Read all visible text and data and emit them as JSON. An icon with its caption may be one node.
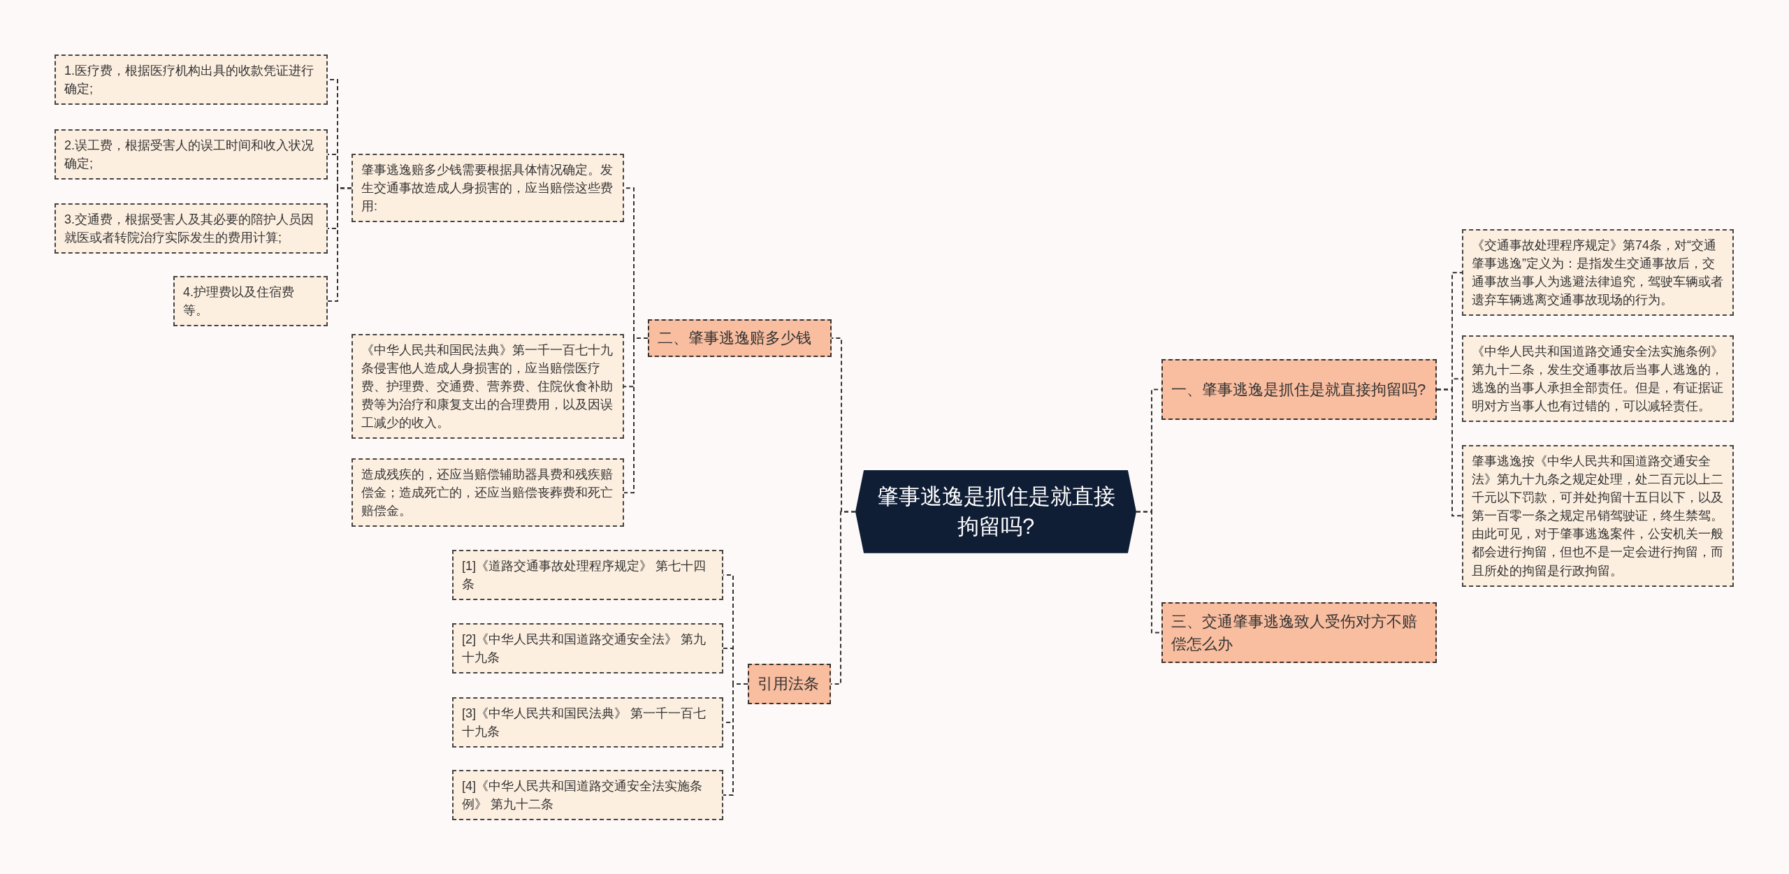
{
  "diagram": {
    "nodes": [
      {
        "text": [
          "肇事逃逸是抓住是就直接拘留吗?"
        ]
      },
      {
        "text": [
          "二、肇事逃逸赔多少钱"
        ]
      },
      {
        "text": [
          "肇事逃逸赔多少钱需要根据具体情况确定。发生交通事故造成人身损害的，应当赔偿这些费用:"
        ]
      },
      {
        "text": [
          "1.医疗费，根据医疗机构出具的收款凭证进行确定;"
        ]
      },
      {
        "text": [
          "2.误工费，根据受害人的误工时间和收入状况确定;"
        ]
      },
      {
        "text": [
          "3.交通费，根据受害人及其必要的陪护人员因就医或者转院治疗实际发生的费用计算;"
        ]
      },
      {
        "text": [
          "4.护理费以及住宿费等。"
        ]
      },
      {
        "text": [
          "《中华人民共和国民法典》第一千一百七十九条侵害他人造成人身损害的，应当赔偿医疗费、护理费、交通费、营养费、住院伙食补助费等为治疗和康复支出的合理费用，以及因误工减少的收入。"
        ]
      },
      {
        "text": [
          "造成残疾的，还应当赔偿辅助器具费和残疾赔偿金；造成死亡的，还应当赔偿丧葬费和死亡赔偿金。"
        ]
      },
      {
        "text": [
          "引用法条"
        ]
      },
      {
        "text": [
          "[1]《道路交通事故处理程序规定》 第七十四条"
        ]
      },
      {
        "text": [
          "[2]《中华人民共和国道路交通安全法》 第九十九条"
        ]
      },
      {
        "text": [
          "[3]《中华人民共和国民法典》 第一千一百七十九条"
        ]
      },
      {
        "text": [
          "[4]《中华人民共和国道路交通安全法实施条例》 第九十二条"
        ]
      },
      {
        "text": [
          "一、肇事逃逸是抓住是就直接拘留吗?"
        ]
      },
      {
        "text": [
          "《交通事故处理程序规定》第74条，对“交通肇事逃逸”定义为：是指发生交通事故后，交通事故当事人为逃避法律追究，驾驶车辆或者遗弃车辆逃离交通事故现场的行为。"
        ]
      },
      {
        "text": [
          "《中华人民共和国道路交通安全法实施条例》第九十二条，发生交通事故后当事人逃逸的，逃逸的当事人承担全部责任。但是，有证据证明对方当事人也有过错的，可以减轻责任。"
        ]
      },
      {
        "text": [
          "肇事逃逸按《中华人民共和国道路交通安全法》第九十九条之规定处理，处二百元以上二千元以下罚款，可并处拘留十五日以下，以及第一百零一条之规定吊销驾驶证，终生禁驾。由此可见，对于肇事逃逸案件，公安机关一般都会进行拘留，但也不是一定会进行拘留，而且所处的拘留是行政拘留。"
        ]
      },
      {
        "text": [
          "三、交通肇事逃逸致人受伤对方不赔偿怎么办"
        ]
      }
    ],
    "edges": [
      {
        "from": 0,
        "to": 1,
        "arrow": "none",
        "style": "dashed"
      },
      {
        "from": 1,
        "to": 2,
        "arrow": "none",
        "style": "dashed"
      },
      {
        "from": 2,
        "to": 3,
        "arrow": "none",
        "style": "dashed"
      },
      {
        "from": 2,
        "to": 4,
        "arrow": "none",
        "style": "dashed"
      },
      {
        "from": 2,
        "to": 5,
        "arrow": "none",
        "style": "dashed"
      },
      {
        "from": 2,
        "to": 6,
        "arrow": "none",
        "style": "dashed"
      },
      {
        "from": 1,
        "to": 7,
        "arrow": "none",
        "style": "dashed"
      },
      {
        "from": 1,
        "to": 8,
        "arrow": "none",
        "style": "dashed"
      },
      {
        "from": 0,
        "to": 9,
        "arrow": "none",
        "style": "dashed"
      },
      {
        "from": 9,
        "to": 10,
        "arrow": "none",
        "style": "dashed"
      },
      {
        "from": 9,
        "to": 11,
        "arrow": "none",
        "style": "dashed"
      },
      {
        "from": 9,
        "to": 12,
        "arrow": "none",
        "style": "dashed"
      },
      {
        "from": 9,
        "to": 13,
        "arrow": "none",
        "style": "dashed"
      },
      {
        "from": 0,
        "to": 14,
        "arrow": "none",
        "style": "dashed"
      },
      {
        "from": 14,
        "to": 15,
        "arrow": "none",
        "style": "dashed"
      },
      {
        "from": 14,
        "to": 16,
        "arrow": "none",
        "style": "dashed"
      },
      {
        "from": 14,
        "to": 17,
        "arrow": "none",
        "style": "dashed"
      },
      {
        "from": 0,
        "to": 18,
        "arrow": "none",
        "style": "dashed"
      }
    ]
  }
}
